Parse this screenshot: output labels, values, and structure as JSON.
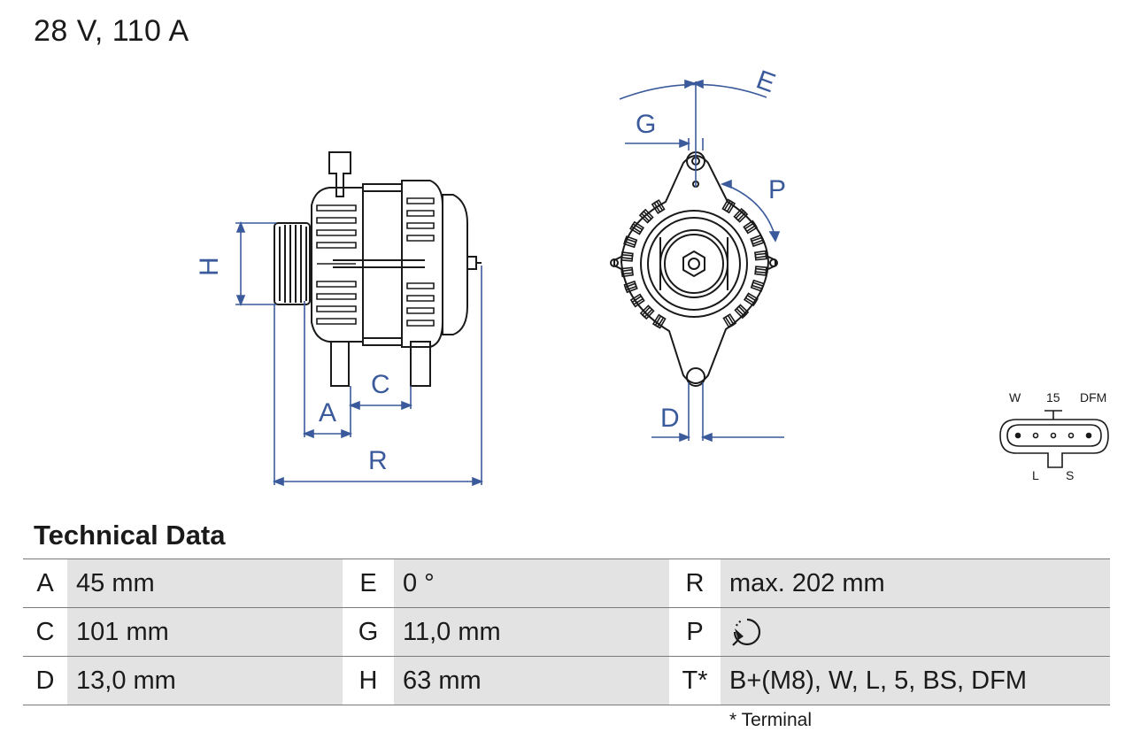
{
  "header": {
    "title": "28 V, 110 A"
  },
  "drawing": {
    "dimension_labels": {
      "E": "E",
      "G": "G",
      "P": "P",
      "H": "H",
      "C": "C",
      "A": "A",
      "R": "R",
      "D": "D"
    },
    "connector_pins": {
      "W": "W",
      "15": "15",
      "DFM": "DFM",
      "L": "L",
      "S": "S"
    }
  },
  "technical_data": {
    "heading": "Technical Data",
    "rows": [
      [
        {
          "key": "A",
          "value": "45 mm"
        },
        {
          "key": "E",
          "value": "0 °"
        },
        {
          "key": "R",
          "value": "max. 202 mm"
        }
      ],
      [
        {
          "key": "C",
          "value": "101 mm"
        },
        {
          "key": "G",
          "value": "11,0 mm"
        },
        {
          "key": "P",
          "value": "",
          "icon": "clockwise-rotation-icon"
        }
      ],
      [
        {
          "key": "D",
          "value": "13,0 mm"
        },
        {
          "key": "H",
          "value": "63 mm"
        },
        {
          "key": "T*",
          "value": "B+(M8), W, L, 5, BS, DFM"
        }
      ]
    ],
    "footnote": "* Terminal"
  },
  "colors": {
    "dimension": "#3a5a9c",
    "line": "#1a1a1a",
    "cell_bg": "#e3e3e3"
  }
}
